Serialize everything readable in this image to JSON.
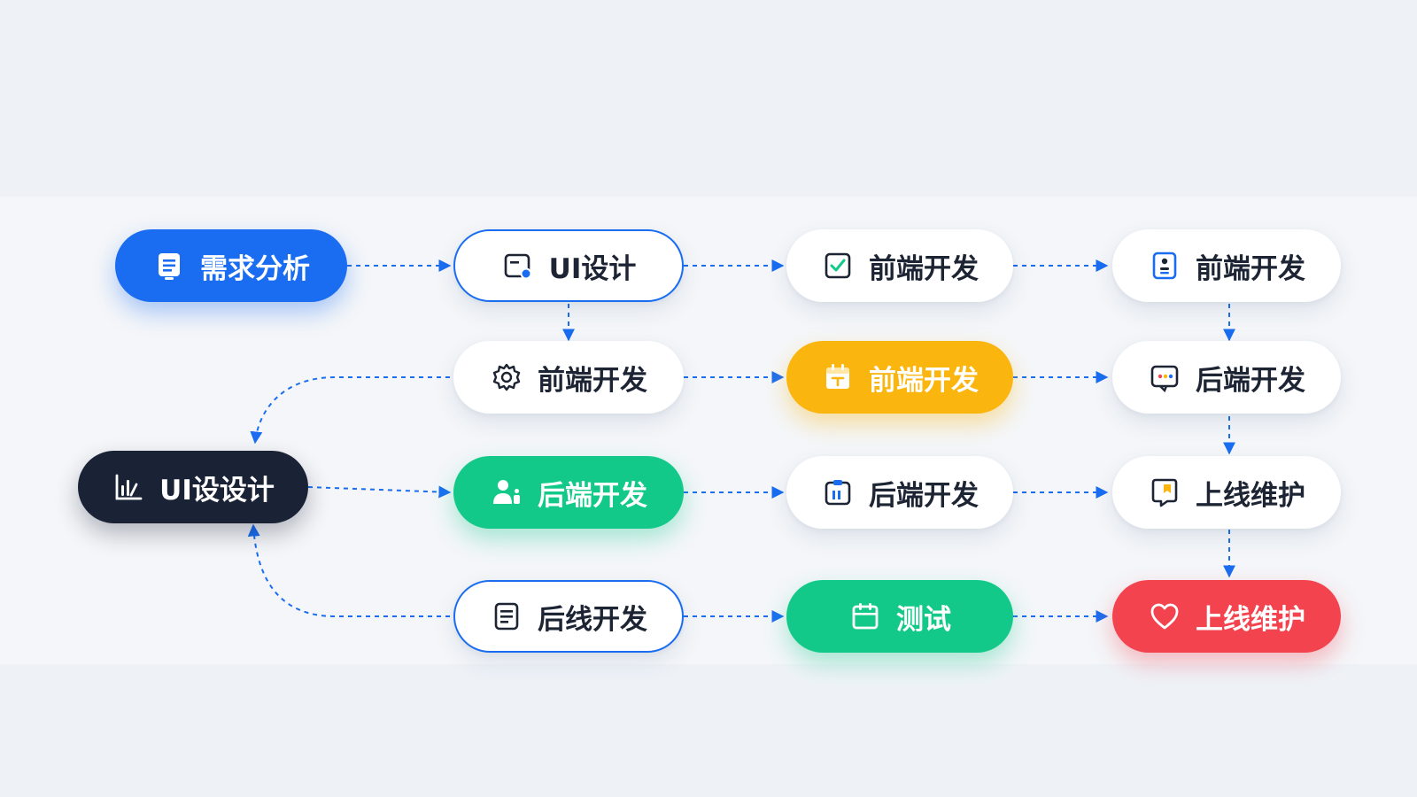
{
  "colors": {
    "blue": "#1a6df0",
    "navy": "#1a2235",
    "yellow": "#fbb50f",
    "green": "#13c98a",
    "red": "#f2434f",
    "white": "#ffffff",
    "connector": "#1a6df0"
  },
  "nodes": [
    {
      "id": "n1",
      "label": "需求分析",
      "icon": "document-icon",
      "style": "blue"
    },
    {
      "id": "n2",
      "label": "UI设计",
      "icon": "window-edit-icon",
      "style": "outline"
    },
    {
      "id": "n3",
      "label": "前端开发",
      "icon": "checkbox-icon",
      "style": "white"
    },
    {
      "id": "n4",
      "label": "前端开发",
      "icon": "contact-card-icon",
      "style": "white"
    },
    {
      "id": "n5",
      "label": "前端开发",
      "icon": "gear-icon",
      "style": "white"
    },
    {
      "id": "n6",
      "label": "前端开发",
      "icon": "calendar-icon",
      "style": "yellow"
    },
    {
      "id": "n7",
      "label": "后端开发",
      "icon": "chat-window-icon",
      "style": "white"
    },
    {
      "id": "n8",
      "label": "UI设设计",
      "icon": "bar-chart-icon",
      "style": "navy"
    },
    {
      "id": "n9",
      "label": "后端开发",
      "icon": "users-icon",
      "style": "green"
    },
    {
      "id": "n10",
      "label": "后端开发",
      "icon": "clipboard-icon",
      "style": "white"
    },
    {
      "id": "n11",
      "label": "上线维护",
      "icon": "bookmark-chat-icon",
      "style": "white"
    },
    {
      "id": "n12",
      "label": "后线开发",
      "icon": "list-document-icon",
      "style": "outline"
    },
    {
      "id": "n13",
      "label": "测试",
      "icon": "calendar-outline-icon",
      "style": "green"
    },
    {
      "id": "n14",
      "label": "上线维护",
      "icon": "heart-icon",
      "style": "red"
    }
  ]
}
